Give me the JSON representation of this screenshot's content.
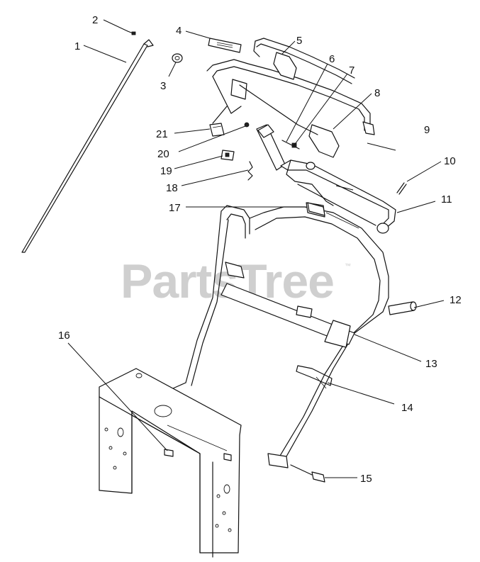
{
  "watermark": {
    "text": "PartsTree",
    "trademark": "™"
  },
  "callouts": [
    "1",
    "2",
    "3",
    "4",
    "5",
    "6",
    "7",
    "8",
    "9",
    "10",
    "11",
    "12",
    "13",
    "14",
    "15",
    "16",
    "17",
    "18",
    "19",
    "20",
    "21"
  ]
}
